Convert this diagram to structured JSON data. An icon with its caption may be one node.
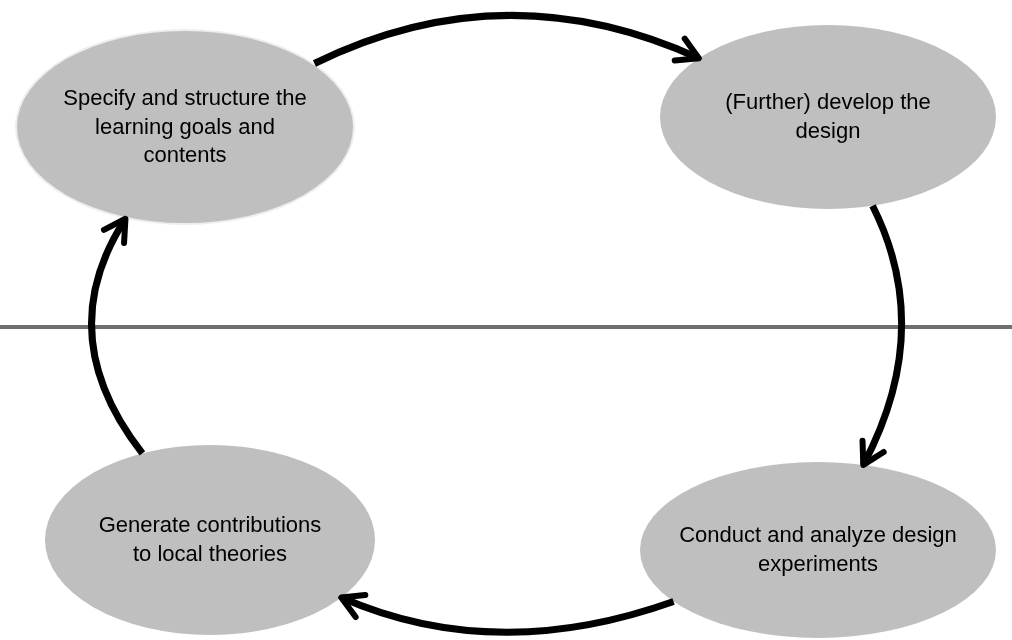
{
  "diagram": {
    "nodes": [
      {
        "text": [
          "Specify and structure the learning goals and contents"
        ]
      },
      {
        "text": [
          "(Further) develop the design"
        ]
      },
      {
        "text": [
          "Conduct and analyze design experiments"
        ]
      },
      {
        "text": [
          "Generate contributions to local theories"
        ]
      }
    ],
    "edges": [
      {
        "from": 0,
        "to": 1,
        "arrow": "to"
      },
      {
        "from": 1,
        "to": 2,
        "arrow": "to"
      },
      {
        "from": 2,
        "to": 3,
        "arrow": "to"
      },
      {
        "from": 3,
        "to": 0,
        "arrow": "to"
      }
    ]
  }
}
